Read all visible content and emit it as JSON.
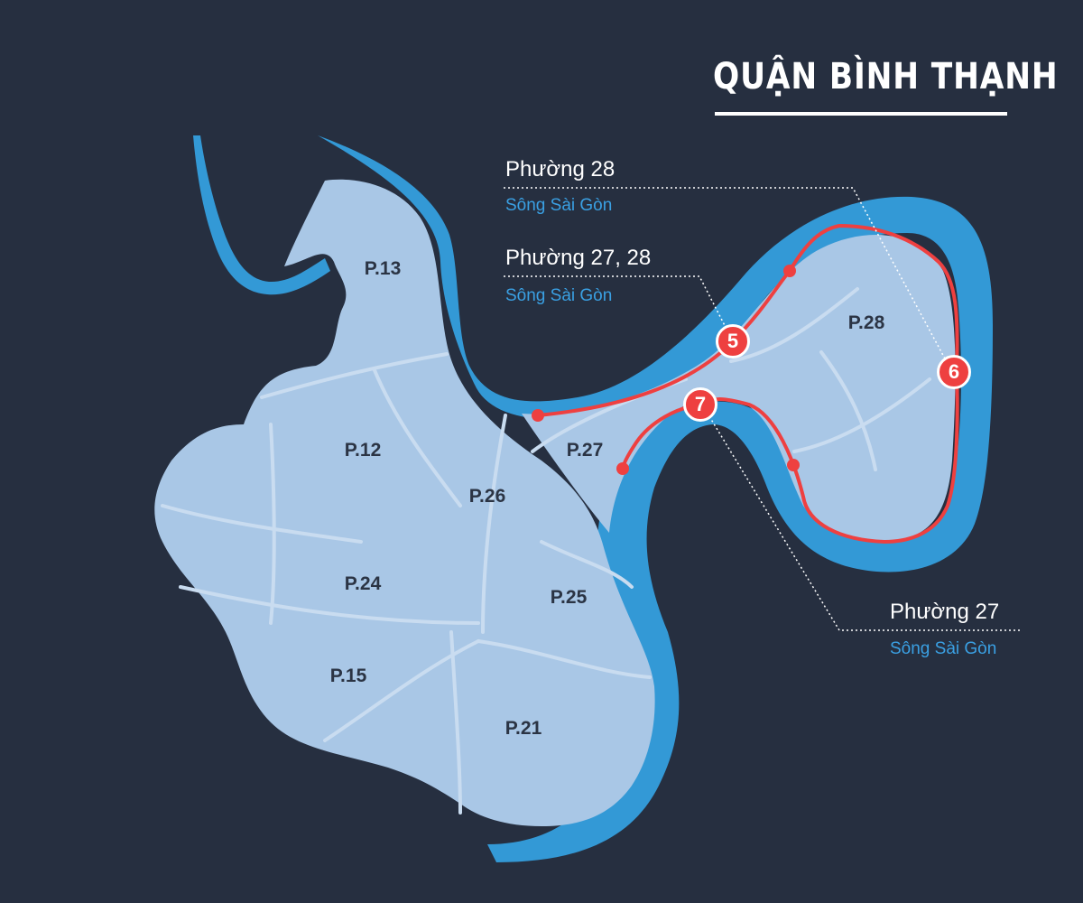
{
  "title": "QUẬN BÌNH THẠNH",
  "colors": {
    "background": "#262f40",
    "land": "#a9c7e6",
    "river": "#3399d6",
    "route": "#ee4040",
    "callout_text": "#ffffff",
    "river_text": "#3aa0e3"
  },
  "wards": [
    {
      "id": "p13",
      "label": "P.13"
    },
    {
      "id": "p12",
      "label": "P.12"
    },
    {
      "id": "p26",
      "label": "P.26"
    },
    {
      "id": "p27",
      "label": "P.27"
    },
    {
      "id": "p28",
      "label": "P.28"
    },
    {
      "id": "p24",
      "label": "P.24"
    },
    {
      "id": "p25",
      "label": "P.25"
    },
    {
      "id": "p15",
      "label": "P.15"
    },
    {
      "id": "p21",
      "label": "P.21"
    }
  ],
  "callouts": [
    {
      "name": "Phường 28",
      "river": "Sông Sài Gòn"
    },
    {
      "name": "Phường 27, 28",
      "river": "Sông Sài Gòn"
    },
    {
      "name": "Phường 27",
      "river": "Sông Sài Gòn"
    }
  ],
  "markers": [
    {
      "number": "5"
    },
    {
      "number": "6"
    },
    {
      "number": "7"
    }
  ]
}
